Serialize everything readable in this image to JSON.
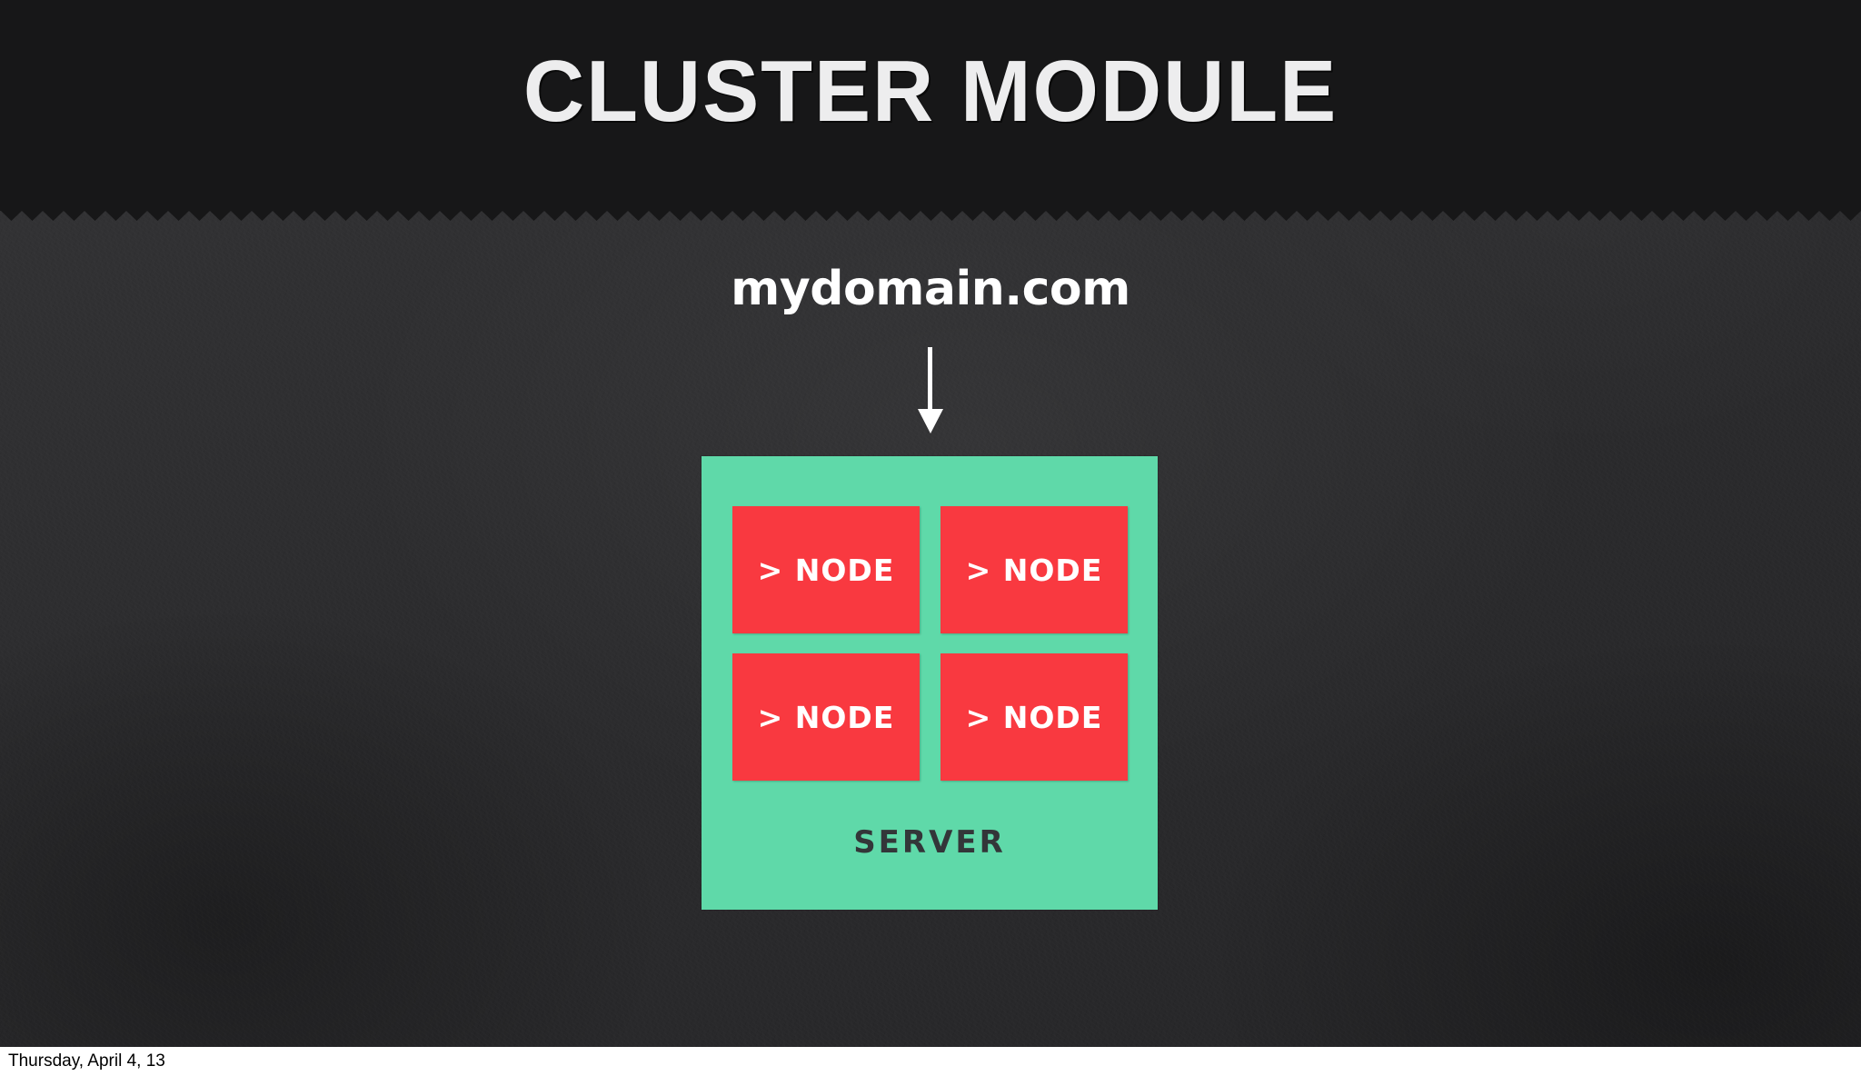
{
  "slide": {
    "title": "CLUSTER MODULE",
    "domain_label": "mydomain.com",
    "arrow_icon": "arrow-down-icon",
    "server": {
      "label": "SERVER",
      "nodes": [
        {
          "label": "> NODE"
        },
        {
          "label": "> NODE"
        },
        {
          "label": "> NODE"
        },
        {
          "label": "> NODE"
        }
      ]
    }
  },
  "footer": {
    "date": "Thursday, April 4, 13"
  },
  "colors": {
    "header_bg": "#171718",
    "board_bg": "#2e2e30",
    "title_text": "#ededee",
    "server_green": "#5fd9a9",
    "node_red": "#f93940",
    "node_text": "#ffffff",
    "server_text": "#333639",
    "arrow": "#ffffff",
    "footer_bg": "#ffffff",
    "footer_text": "#000000"
  }
}
